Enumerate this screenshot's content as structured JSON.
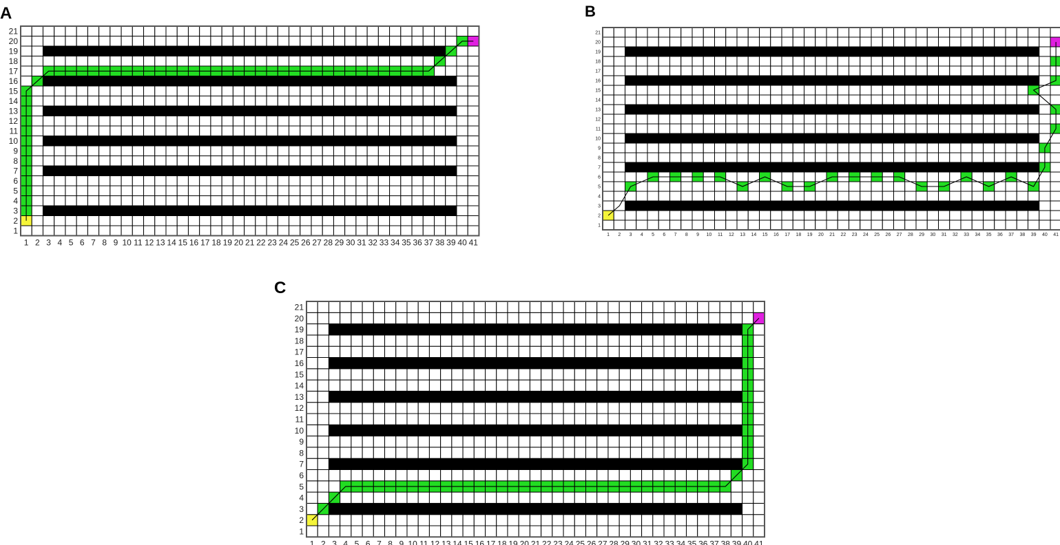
{
  "figure": {
    "colors": {
      "free": "#ffffff",
      "obstacle": "#000000",
      "path": "#22dd22",
      "start": "#f5f53a",
      "goal": "#e020e0",
      "grid_line": "#000000",
      "route_line": "#000000"
    },
    "grid": {
      "cols": 41,
      "rows": 21
    },
    "obstacle_bands": [
      {
        "row": 3,
        "from_col": 3,
        "to_col": 39
      },
      {
        "row": 7,
        "from_col": 3,
        "to_col": 39
      },
      {
        "row": 10,
        "from_col": 3,
        "to_col": 39
      },
      {
        "row": 13,
        "from_col": 3,
        "to_col": 39
      },
      {
        "row": 16,
        "from_col": 3,
        "to_col": 39
      },
      {
        "row": 19,
        "from_col": 3,
        "to_col": 39
      }
    ],
    "start": [
      1,
      2
    ],
    "goal": [
      41,
      20
    ]
  },
  "panels": [
    {
      "id": "A",
      "label": "A",
      "path_cells": [
        [
          1,
          2
        ],
        [
          1,
          3
        ],
        [
          1,
          4
        ],
        [
          1,
          5
        ],
        [
          1,
          6
        ],
        [
          1,
          7
        ],
        [
          1,
          8
        ],
        [
          1,
          9
        ],
        [
          1,
          10
        ],
        [
          1,
          11
        ],
        [
          1,
          12
        ],
        [
          1,
          13
        ],
        [
          1,
          14
        ],
        [
          1,
          15
        ],
        [
          2,
          16
        ],
        [
          3,
          17
        ],
        [
          4,
          17
        ],
        [
          5,
          17
        ],
        [
          6,
          17
        ],
        [
          7,
          17
        ],
        [
          8,
          17
        ],
        [
          9,
          17
        ],
        [
          10,
          17
        ],
        [
          11,
          17
        ],
        [
          12,
          17
        ],
        [
          13,
          17
        ],
        [
          14,
          17
        ],
        [
          15,
          17
        ],
        [
          16,
          17
        ],
        [
          17,
          17
        ],
        [
          18,
          17
        ],
        [
          19,
          17
        ],
        [
          20,
          17
        ],
        [
          21,
          17
        ],
        [
          22,
          17
        ],
        [
          23,
          17
        ],
        [
          24,
          17
        ],
        [
          25,
          17
        ],
        [
          26,
          17
        ],
        [
          27,
          17
        ],
        [
          28,
          17
        ],
        [
          29,
          17
        ],
        [
          30,
          17
        ],
        [
          31,
          17
        ],
        [
          32,
          17
        ],
        [
          33,
          17
        ],
        [
          34,
          17
        ],
        [
          35,
          17
        ],
        [
          36,
          17
        ],
        [
          37,
          17
        ],
        [
          38,
          18
        ],
        [
          39,
          19
        ],
        [
          40,
          20
        ]
      ],
      "route": [
        [
          1,
          2
        ],
        [
          1,
          15
        ],
        [
          2,
          16
        ],
        [
          3,
          17
        ],
        [
          37,
          17
        ],
        [
          38,
          18
        ],
        [
          39,
          19
        ],
        [
          40,
          20
        ],
        [
          41,
          20
        ]
      ]
    },
    {
      "id": "B",
      "label": "B",
      "path_cells": [
        [
          3,
          5
        ],
        [
          5,
          6
        ],
        [
          7,
          6
        ],
        [
          9,
          6
        ],
        [
          11,
          6
        ],
        [
          13,
          5
        ],
        [
          15,
          6
        ],
        [
          17,
          5
        ],
        [
          19,
          5
        ],
        [
          21,
          6
        ],
        [
          23,
          6
        ],
        [
          25,
          6
        ],
        [
          27,
          6
        ],
        [
          29,
          5
        ],
        [
          31,
          5
        ],
        [
          33,
          6
        ],
        [
          35,
          5
        ],
        [
          37,
          6
        ],
        [
          39,
          5
        ],
        [
          40,
          7
        ],
        [
          40,
          9
        ],
        [
          41,
          11
        ],
        [
          41,
          13
        ],
        [
          39,
          15
        ],
        [
          41,
          16
        ],
        [
          41,
          18
        ]
      ],
      "route": [
        [
          1,
          2
        ],
        [
          2,
          3
        ],
        [
          3,
          5
        ],
        [
          5,
          6
        ],
        [
          11,
          6
        ],
        [
          13,
          5
        ],
        [
          15,
          6
        ],
        [
          17,
          5
        ],
        [
          19,
          5
        ],
        [
          21,
          6
        ],
        [
          27,
          6
        ],
        [
          29,
          5
        ],
        [
          31,
          5
        ],
        [
          33,
          6
        ],
        [
          35,
          5
        ],
        [
          37,
          6
        ],
        [
          39,
          5
        ],
        [
          40,
          7
        ],
        [
          40,
          9
        ],
        [
          41,
          11
        ],
        [
          41,
          13
        ],
        [
          39,
          15
        ],
        [
          41,
          16
        ],
        [
          41,
          18
        ],
        [
          41,
          20
        ]
      ]
    },
    {
      "id": "C",
      "label": "C",
      "path_cells": [
        [
          1,
          2
        ],
        [
          2,
          3
        ],
        [
          3,
          4
        ],
        [
          4,
          5
        ],
        [
          5,
          5
        ],
        [
          6,
          5
        ],
        [
          7,
          5
        ],
        [
          8,
          5
        ],
        [
          9,
          5
        ],
        [
          10,
          5
        ],
        [
          11,
          5
        ],
        [
          12,
          5
        ],
        [
          13,
          5
        ],
        [
          14,
          5
        ],
        [
          15,
          5
        ],
        [
          16,
          5
        ],
        [
          17,
          5
        ],
        [
          18,
          5
        ],
        [
          19,
          5
        ],
        [
          20,
          5
        ],
        [
          21,
          5
        ],
        [
          22,
          5
        ],
        [
          23,
          5
        ],
        [
          24,
          5
        ],
        [
          25,
          5
        ],
        [
          26,
          5
        ],
        [
          27,
          5
        ],
        [
          28,
          5
        ],
        [
          29,
          5
        ],
        [
          30,
          5
        ],
        [
          31,
          5
        ],
        [
          32,
          5
        ],
        [
          33,
          5
        ],
        [
          34,
          5
        ],
        [
          35,
          5
        ],
        [
          36,
          5
        ],
        [
          37,
          5
        ],
        [
          38,
          5
        ],
        [
          39,
          6
        ],
        [
          40,
          7
        ],
        [
          40,
          8
        ],
        [
          40,
          9
        ],
        [
          40,
          10
        ],
        [
          40,
          11
        ],
        [
          40,
          12
        ],
        [
          40,
          13
        ],
        [
          40,
          14
        ],
        [
          40,
          15
        ],
        [
          40,
          16
        ],
        [
          40,
          17
        ],
        [
          40,
          18
        ],
        [
          40,
          19
        ]
      ],
      "route": [
        [
          1,
          2
        ],
        [
          2,
          3
        ],
        [
          3,
          4
        ],
        [
          4,
          5
        ],
        [
          38,
          5
        ],
        [
          39,
          6
        ],
        [
          40,
          7
        ],
        [
          40,
          19
        ],
        [
          41,
          20
        ]
      ]
    }
  ]
}
